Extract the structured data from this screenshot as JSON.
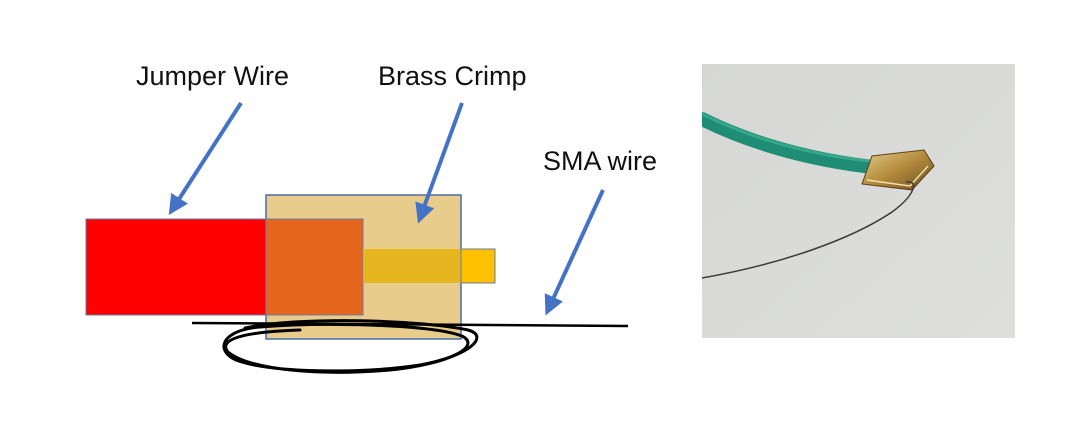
{
  "labels": {
    "jumper_wire": "Jumper Wire",
    "brass_crimp": "Brass Crimp",
    "sma_wire": "SMA wire"
  },
  "colors": {
    "jumper_wire": "#ff0000",
    "jumper_inside_crimp": "#e5651c",
    "brass_crimp": "#e8cc8b",
    "crimp_outline": "#4a6da8",
    "inner_tube": "#e6b620",
    "tube_tip": "#ffc000",
    "arrow": "#4472c4",
    "sma_wire": "#000000",
    "photo_background": "#dcdcdb",
    "photo_cable": "#1f8d76"
  }
}
